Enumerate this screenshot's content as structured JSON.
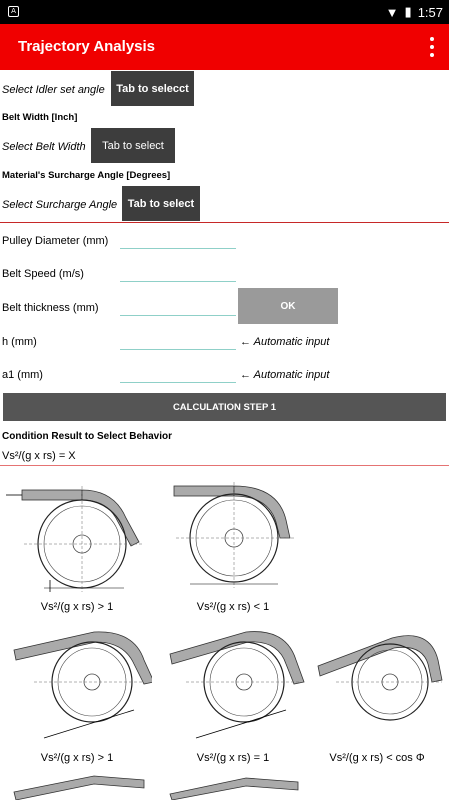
{
  "status_bar": {
    "time": "1:57"
  },
  "app_bar": {
    "title": "Trajectory Analysis"
  },
  "idler": {
    "label": "Select Idler set angle",
    "button": "Tab to selecct"
  },
  "belt_width": {
    "heading": "Belt Width [Inch]",
    "label": "Select Belt Width",
    "button": "Tab to select"
  },
  "surcharge": {
    "heading": "Material's Surcharge Angle [Degrees]",
    "label": "Select Surcharge Angle",
    "button": "Tab to select"
  },
  "fields": {
    "pulley_diameter": {
      "label": "Pulley Diameter (mm)",
      "value": ""
    },
    "belt_speed": {
      "label": "Belt Speed (m/s)",
      "value": ""
    },
    "belt_thickness": {
      "label": "Belt thickness (mm)",
      "value": ""
    },
    "h": {
      "label": "h (mm)",
      "value": "",
      "note": "← Automatic input"
    },
    "a1": {
      "label": "a1 (mm)",
      "value": "",
      "note": "← Automatic input"
    }
  },
  "ok_button": "OK",
  "calc_button": "CALCULATION STEP 1",
  "condition": {
    "heading": "Condition Result to Select Behavior",
    "formula": "Vs²/(g x rs) = X"
  },
  "diagrams": {
    "row1": [
      "Vs²/(g x rs) > 1",
      "Vs²/(g x rs) < 1"
    ],
    "row2": [
      "Vs²/(g x rs) > 1",
      "Vs²/(g x rs) = 1",
      "Vs²/(g x rs) < cos Φ"
    ]
  }
}
